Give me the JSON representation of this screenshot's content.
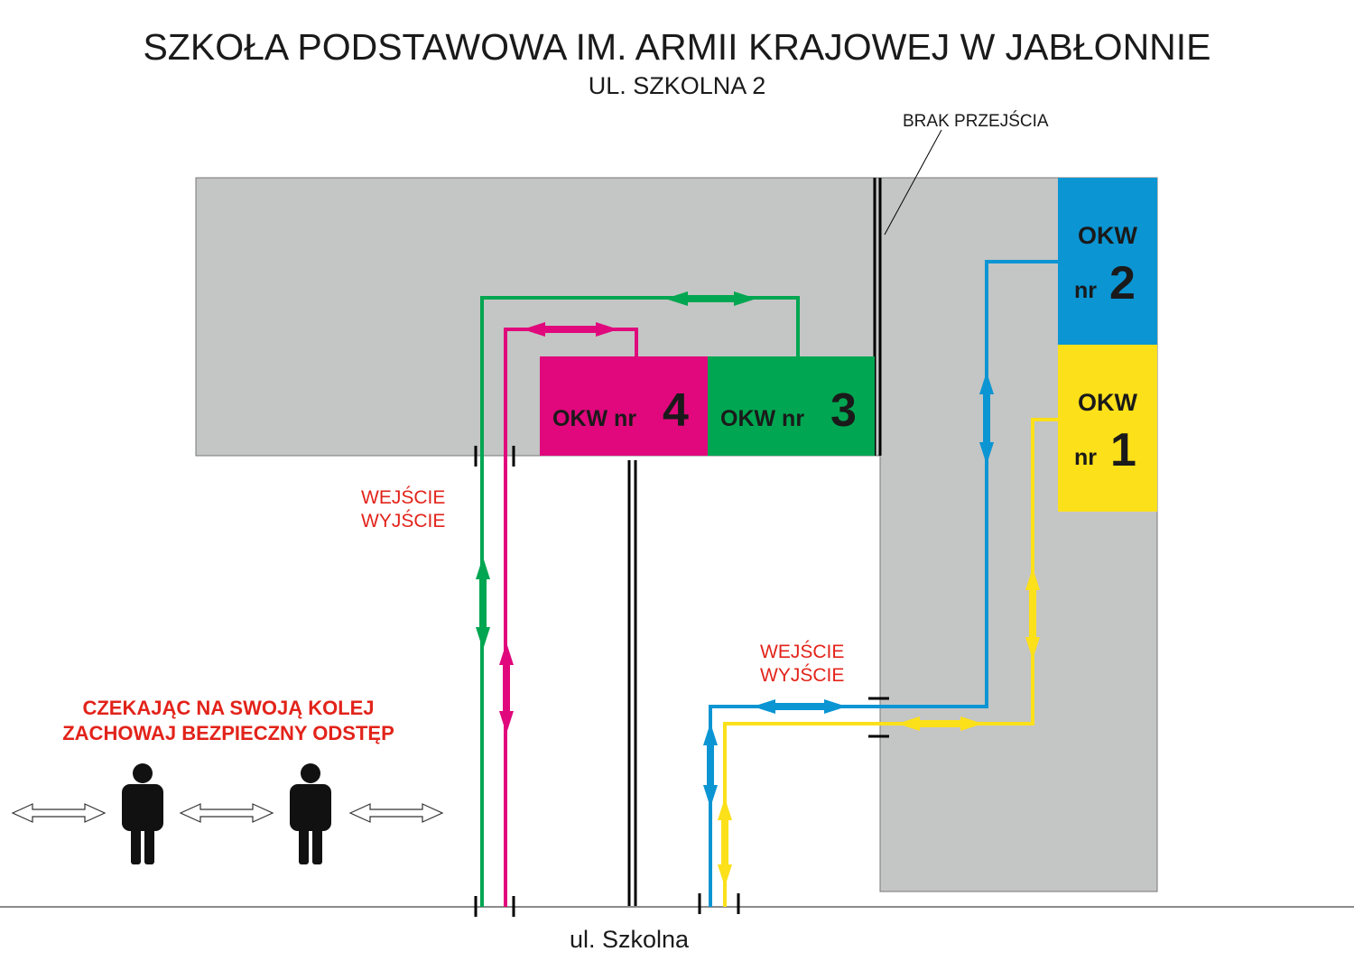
{
  "header": {
    "title": "SZKOŁA PODSTAWOWA IM. ARMII KRAJOWEJ W JABŁONNIE",
    "address": "UL. SZKOLNA 2"
  },
  "annotations": {
    "no_passage": "BRAK PRZEJŚCIA",
    "entrance_left": {
      "line1": "WEJŚCIE",
      "line2": "WYJŚCIE"
    },
    "entrance_right": {
      "line1": "WEJŚCIE",
      "line2": "WYJŚCIE"
    },
    "queue_notice": {
      "line1": "CZEKAJĄC NA SWOJĄ KOLEJ",
      "line2": "ZACHOWAJ BEZPIECZNY ODSTĘP"
    },
    "street": "ul. Szkolna"
  },
  "rooms": {
    "okw1": {
      "label": "OKW",
      "nr": "nr",
      "number": "1",
      "color": "#FCE01A"
    },
    "okw2": {
      "label": "OKW",
      "nr": "nr",
      "number": "2",
      "color": "#0B95D3"
    },
    "okw3": {
      "label": "OKW nr",
      "number": "3",
      "color": "#00A651"
    },
    "okw4": {
      "label": "OKW nr",
      "number": "4",
      "color": "#E0087C"
    }
  },
  "colors": {
    "building": "#C4C5C5",
    "route_okw1": "#FCE01A",
    "route_okw2": "#0B95D3",
    "route_okw3": "#00A651",
    "route_okw4": "#E0087C",
    "notice_text": "#E2231A",
    "walls": "#000000"
  },
  "icons": [
    "person-icon",
    "double-arrow-icon"
  ]
}
